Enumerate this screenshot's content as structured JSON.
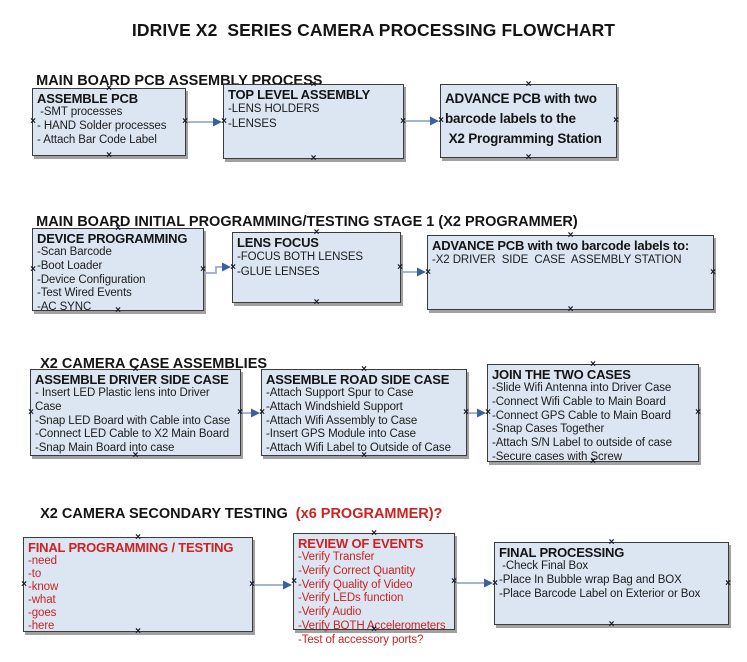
{
  "title": "IDRIVE X2  SERIES CAMERA PROCESSING FLOWCHART",
  "glyphs": {
    "anchor": "×"
  },
  "colors": {
    "box_fill": "#dce6f2",
    "box_border": "#3b3b3b",
    "red_text": "#cc2222",
    "arrow_line": "#96abc9",
    "arrow_head": "#3c5f9f"
  },
  "sections": [
    {
      "heading": "MAIN BOARD PCB ASSEMBLY PROCESS",
      "boxes": [
        {
          "title": "ASSEMBLE PCB",
          "items": [
            " -SMT processes",
            "- HAND Solder processes",
            "- Attach Bar Code Label"
          ]
        },
        {
          "title": "TOP LEVEL ASSEMBLY",
          "items": [
            "-LENS HOLDERS",
            "-LENSES"
          ]
        },
        {
          "title": "ADVANCE PCB with two\nbarcode labels to the\n X2 Programming Station",
          "items": []
        }
      ]
    },
    {
      "heading": "MAIN BOARD INITIAL PROGRAMMING/TESTING STAGE 1 (X2 PROGRAMMER)",
      "boxes": [
        {
          "title": "DEVICE PROGRAMMING",
          "items": [
            "-Scan Barcode",
            "-Boot Loader",
            "-Device Configuration",
            "-Test Wired Events",
            "-AC SYNC"
          ]
        },
        {
          "title": "LENS FOCUS",
          "items": [
            "-FOCUS BOTH LENSES",
            "-GLUE LENSES"
          ]
        },
        {
          "title": "ADVANCE PCB with two barcode labels to:",
          "items": [
            "-X2 DRIVER  SIDE  CASE  ASSEMBLY STATION"
          ]
        }
      ]
    },
    {
      "heading": "X2 CAMERA CASE ASSEMBLIES",
      "boxes": [
        {
          "title": "ASSEMBLE DRIVER SIDE CASE",
          "items": [
            "- Insert LED Plastic lens into Driver Case",
            "-Snap LED Board with Cable into Case",
            "-Connect LED Cable to X2 Main Board",
            "-Snap Main Board into case"
          ]
        },
        {
          "title": "ASSEMBLE ROAD SIDE CASE",
          "items": [
            "-Attach Support Spur to Case",
            "-Attach Windshield Support",
            "-Attach Wifi Assembly to Case",
            "-Insert GPS Module into Case",
            "-Attach Wifi Label to Outside of Case"
          ]
        },
        {
          "title": "JOIN THE TWO CASES",
          "items": [
            "-Slide Wifi Antenna into Driver Case",
            "-Connect Wifi Cable to Main Board",
            "-Connect GPS Cable to Main Board",
            "-Snap Cases Together",
            "-Attach S/N Label to outside of case",
            "-Secure cases with Screw"
          ]
        }
      ]
    },
    {
      "heading": "X2 CAMERA SECONDARY TESTING  ",
      "heading_red": "(x6 PROGRAMMER)?",
      "boxes": [
        {
          "title": "FINAL PROGRAMMING / TESTING",
          "items": [
            "-need",
            "-to",
            "-know",
            "-what",
            "-goes",
            "-here"
          ]
        },
        {
          "title": "REVIEW OF EVENTS",
          "items": [
            "-Verify Transfer",
            "-Verify Correct Quantity",
            "-Verify Quality of Video",
            "-Verify LEDs function",
            "-Verify Audio",
            "-Verify BOTH Accelerometers",
            "-Test of accessory ports?"
          ]
        },
        {
          "title": "FINAL PROCESSING",
          "items": [
            " -Check Final Box",
            "-Place In Bubble wrap Bag and BOX",
            "-Place Barcode Label on Exterior or Box"
          ]
        }
      ]
    }
  ]
}
